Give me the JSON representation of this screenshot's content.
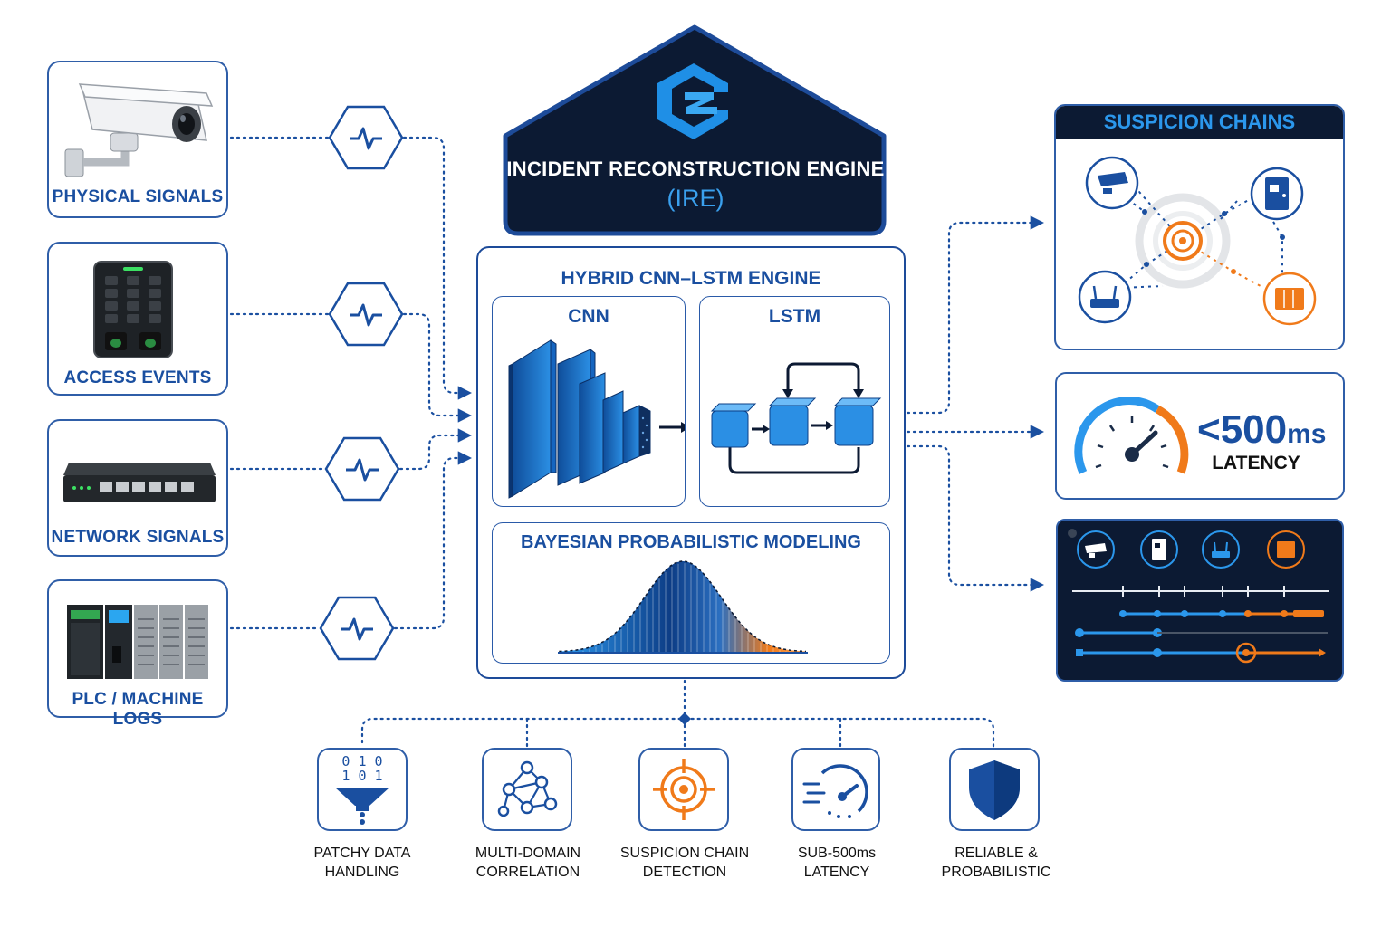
{
  "inputs": [
    {
      "label": "PHYSICAL SIGNALS",
      "icon": "security-camera-icon"
    },
    {
      "label": "ACCESS EVENTS",
      "icon": "keypad-reader-icon"
    },
    {
      "label": "NETWORK SIGNALS",
      "icon": "network-switch-icon"
    },
    {
      "label": "PLC / MACHINE LOGS",
      "icon": "plc-rack-icon"
    }
  ],
  "ire": {
    "title": "INCIDENT RECONSTRUCTION ENGINE",
    "subtitle": "(IRE)",
    "logo": "ire-logo-icon"
  },
  "engine": {
    "title": "HYBRID CNN–LSTM ENGINE",
    "cnn_label": "CNN",
    "lstm_label": "LSTM",
    "bayes_title": "BAYESIAN PROBABILISTIC MODELING"
  },
  "outputs": {
    "chains_title": "SUSPICION CHAINS",
    "latency_value": "<500",
    "latency_unit": "ms",
    "latency_label": "LATENCY"
  },
  "features": [
    {
      "line1": "PATCHY DATA",
      "line2": "HANDLING",
      "icon": "data-funnel-icon"
    },
    {
      "line1": "MULTI-DOMAIN",
      "line2": "CORRELATION",
      "icon": "network-graph-icon"
    },
    {
      "line1": "SUSPICION CHAIN",
      "line2": "DETECTION",
      "icon": "target-icon"
    },
    {
      "line1": "SUB-500ms",
      "line2": "LATENCY",
      "icon": "speedometer-icon"
    },
    {
      "line1": "RELIABLE &",
      "line2": "PROBABILISTIC",
      "icon": "shield-icon"
    }
  ],
  "colors": {
    "primary": "#1a4fa0",
    "accent_blue": "#2b97ec",
    "accent_orange": "#f07a1a",
    "dark": "#0c1a33"
  }
}
